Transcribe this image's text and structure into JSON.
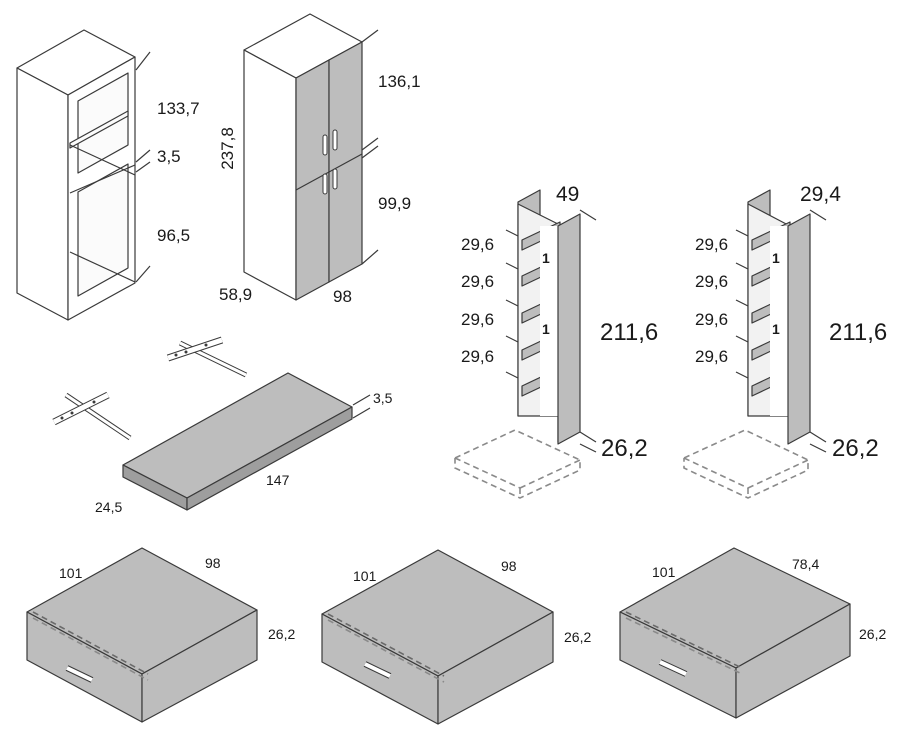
{
  "cabinet_open": {
    "dim_top": "133,7",
    "dim_mid": "3,5",
    "dim_bottom": "96,5"
  },
  "cabinet_doors": {
    "dim_height": "237,8",
    "dim_top": "136,1",
    "dim_bottom": "99,9",
    "dim_depth": "58,9",
    "dim_width": "98"
  },
  "shelf_board": {
    "dim_thickness": "3,5",
    "dim_length": "147",
    "dim_depth": "24,5"
  },
  "bookcase_wide": {
    "dim_top": "49",
    "dim_shelves": [
      "29,6",
      "29,6",
      "29,6",
      "29,6"
    ],
    "dim_height": "211,6",
    "dim_base": "26,2",
    "tags": [
      "1",
      "1"
    ]
  },
  "bookcase_narrow": {
    "dim_top": "29,4",
    "dim_shelves": [
      "29,6",
      "29,6",
      "29,6",
      "29,6"
    ],
    "dim_height": "211,6",
    "dim_base": "26,2",
    "tags": [
      "1",
      "1"
    ]
  },
  "drawer_1": {
    "dim_left": "101",
    "dim_right": "98",
    "dim_height": "26,2"
  },
  "drawer_2": {
    "dim_left": "101",
    "dim_right": "98",
    "dim_height": "26,2"
  },
  "drawer_3": {
    "dim_left": "101",
    "dim_right": "78,4",
    "dim_height": "26,2"
  }
}
